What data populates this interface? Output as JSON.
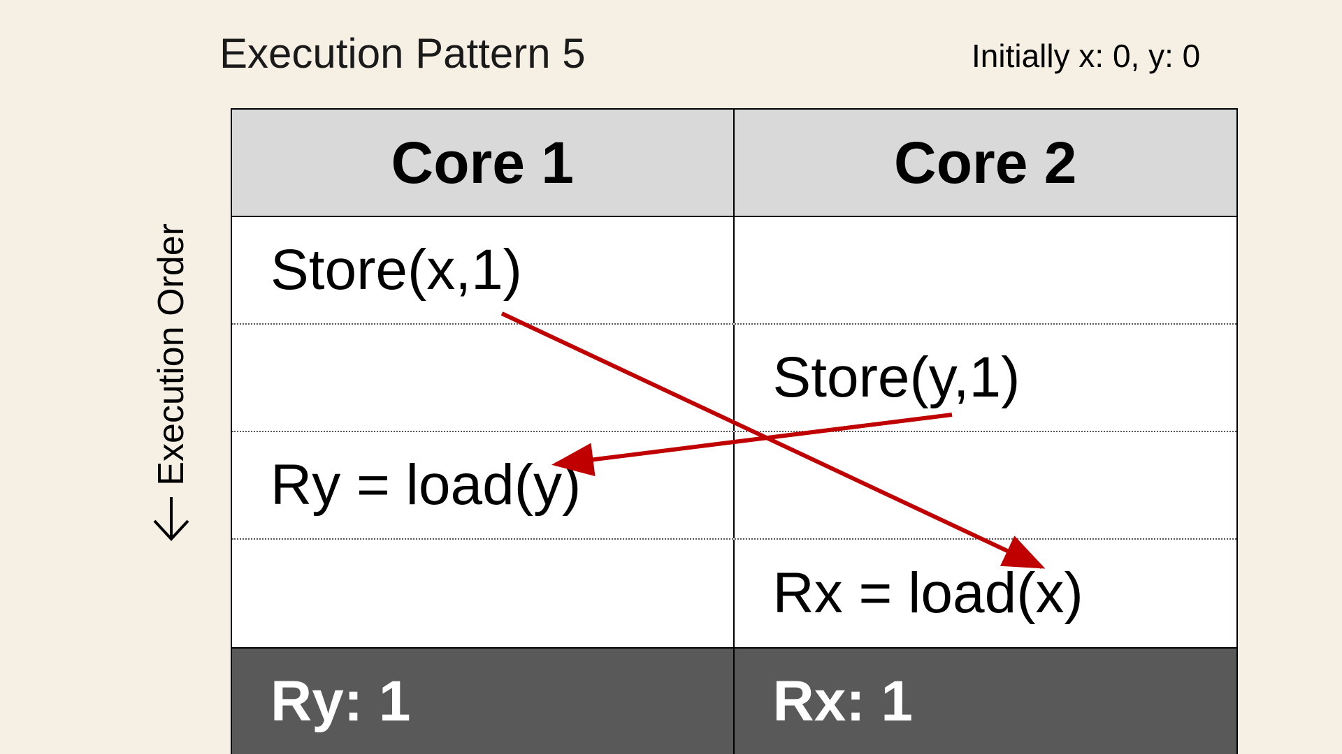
{
  "title": "Execution Pattern 5",
  "initial_state": "Initially x: 0, y: 0",
  "execution_order_label": "Execution Order",
  "table": {
    "headers": [
      "Core 1",
      "Core 2"
    ],
    "rows": [
      [
        "Store(x,1)",
        ""
      ],
      [
        "",
        "Store(y,1)"
      ],
      [
        "Ry = load(y)",
        ""
      ],
      [
        "",
        "Rx = load(x)"
      ]
    ],
    "results": [
      "Ry: 1",
      "Rx: 1"
    ]
  },
  "colors": {
    "background": "#f6efe3",
    "header_fill": "#d9d9d9",
    "result_fill": "#595959",
    "arrow": "#c00000"
  },
  "icons": {
    "down_arrow": "arrow-down-icon"
  }
}
